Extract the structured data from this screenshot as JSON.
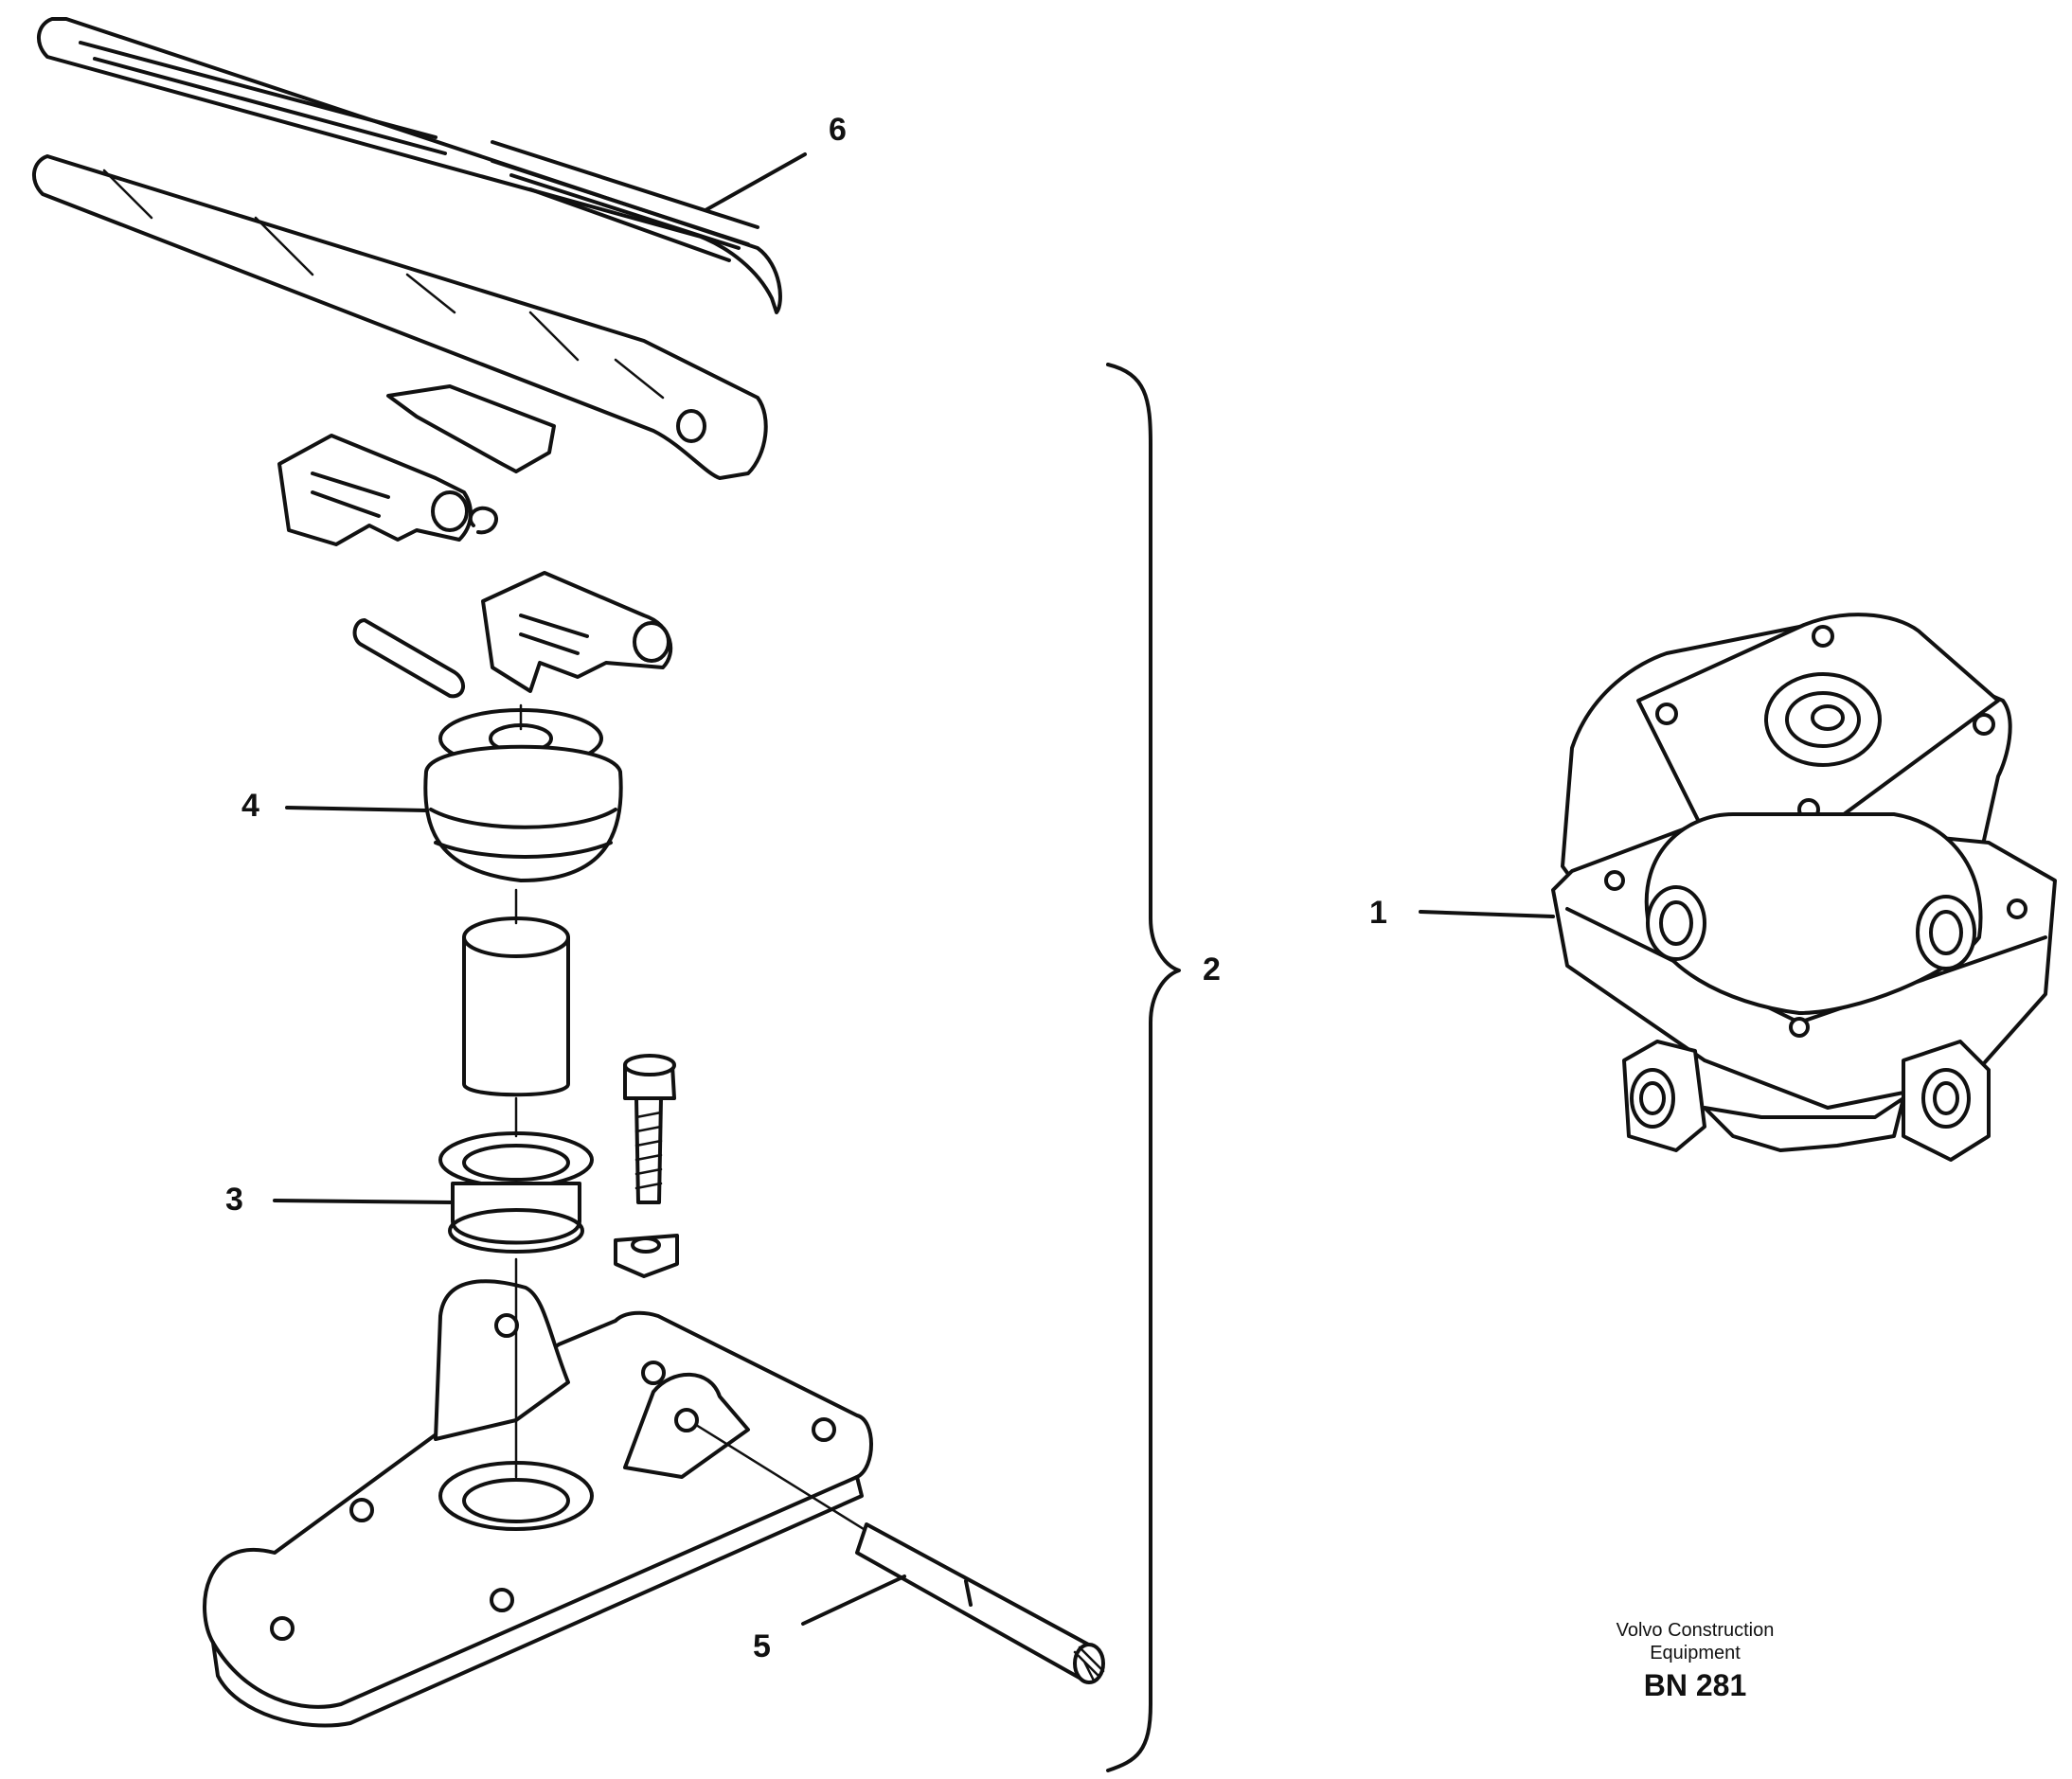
{
  "callouts": [
    "1",
    "2",
    "3",
    "4",
    "5",
    "6"
  ],
  "credit": {
    "line1": "Volvo Construction",
    "line2": "Equipment",
    "code": "BN 281"
  },
  "icons": {
    "valve": "brake-valve-icon",
    "pedal": "pedal-assembly-icon"
  }
}
